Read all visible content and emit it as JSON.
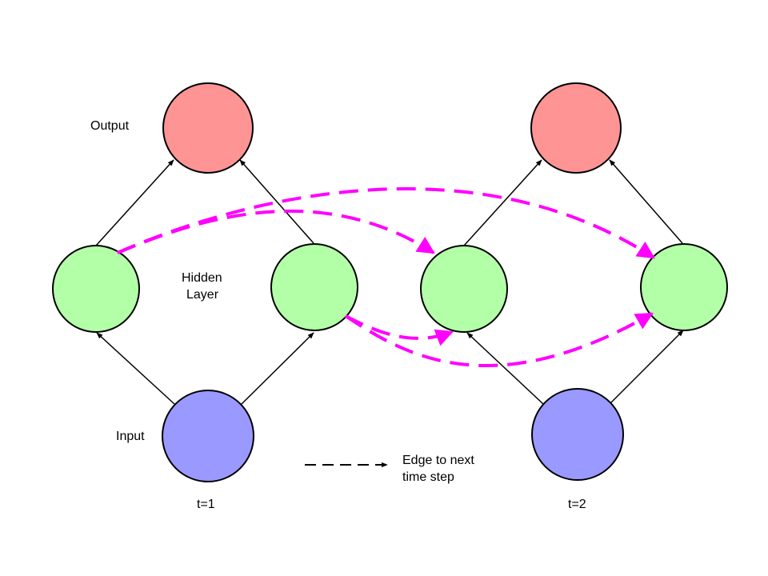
{
  "labels": {
    "output": "Output",
    "hidden_line1": "Hidden",
    "hidden_line2": "Layer",
    "input": "Input",
    "t1": "t=1",
    "t2": "t=2",
    "legend_line1": "Edge to next",
    "legend_line2": "time step"
  },
  "colors": {
    "output": "#ff9494",
    "hidden": "#b3ffa8",
    "input": "#9999ff",
    "recurrent_edge": "#ff00ff",
    "edge": "#000000"
  }
}
